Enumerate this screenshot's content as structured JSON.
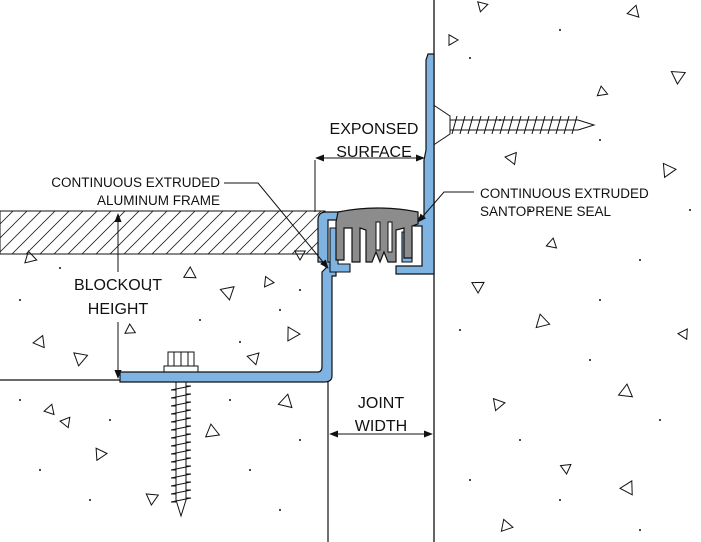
{
  "labels": {
    "exposed_surface_1": "EXPONSED",
    "exposed_surface_2": "SURFACE",
    "frame_1": "CONTINUOUS EXTRUDED",
    "frame_2": "ALUMINUM FRAME",
    "seal_1": "CONTINUOUS EXTRUDED",
    "seal_2": "SANTOPRENE SEAL",
    "blockout_1": "BLOCKOUT",
    "blockout_2": "HEIGHT",
    "joint_1": "JOINT",
    "joint_2": "WIDTH"
  },
  "colors": {
    "aluminum": "#7fb4e2",
    "seal": "#8c8c8c",
    "line": "#111111"
  }
}
